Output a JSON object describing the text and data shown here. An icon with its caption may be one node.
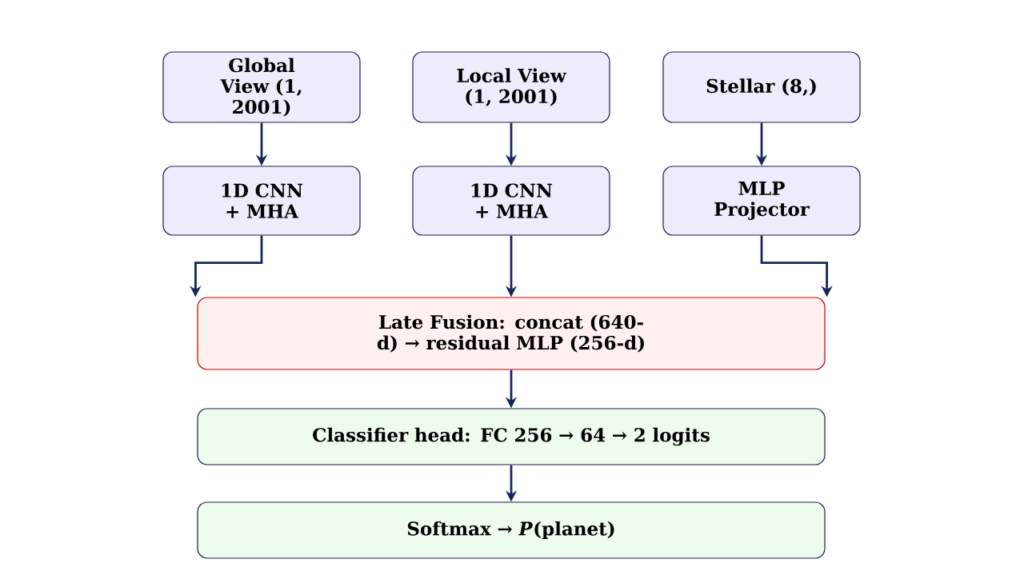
{
  "diagram": {
    "nodes": [
      {
        "text": [
          "Global View (1, 2001)"
        ]
      },
      {
        "text": [
          "Local View (1, 2001)"
        ]
      },
      {
        "text": [
          "Stellar (8,)"
        ]
      },
      {
        "text": [
          "1D CNN + MHA"
        ]
      },
      {
        "text": [
          "1D CNN + MHA"
        ]
      },
      {
        "text": [
          "MLP Projector"
        ]
      },
      {
        "text": [
          "Late Fusion: concat (640-d) → residual MLP (256-d)"
        ]
      },
      {
        "text": [
          "Classifier head: FC 256 → 64 → 2 logits"
        ]
      },
      {
        "text": [
          "Softmax → *P*(planet)"
        ]
      }
    ],
    "edges": [
      {
        "from": 0,
        "to": 3,
        "arrow": "to"
      },
      {
        "from": 1,
        "to": 4,
        "arrow": "to"
      },
      {
        "from": 2,
        "to": 5,
        "arrow": "to"
      },
      {
        "from": 3,
        "to": 6,
        "arrow": "to"
      },
      {
        "from": 4,
        "to": 6,
        "arrow": "to"
      },
      {
        "from": 5,
        "to": 6,
        "arrow": "to"
      },
      {
        "from": 6,
        "to": 7,
        "arrow": "to"
      },
      {
        "from": 7,
        "to": 8,
        "arrow": "to"
      }
    ]
  }
}
